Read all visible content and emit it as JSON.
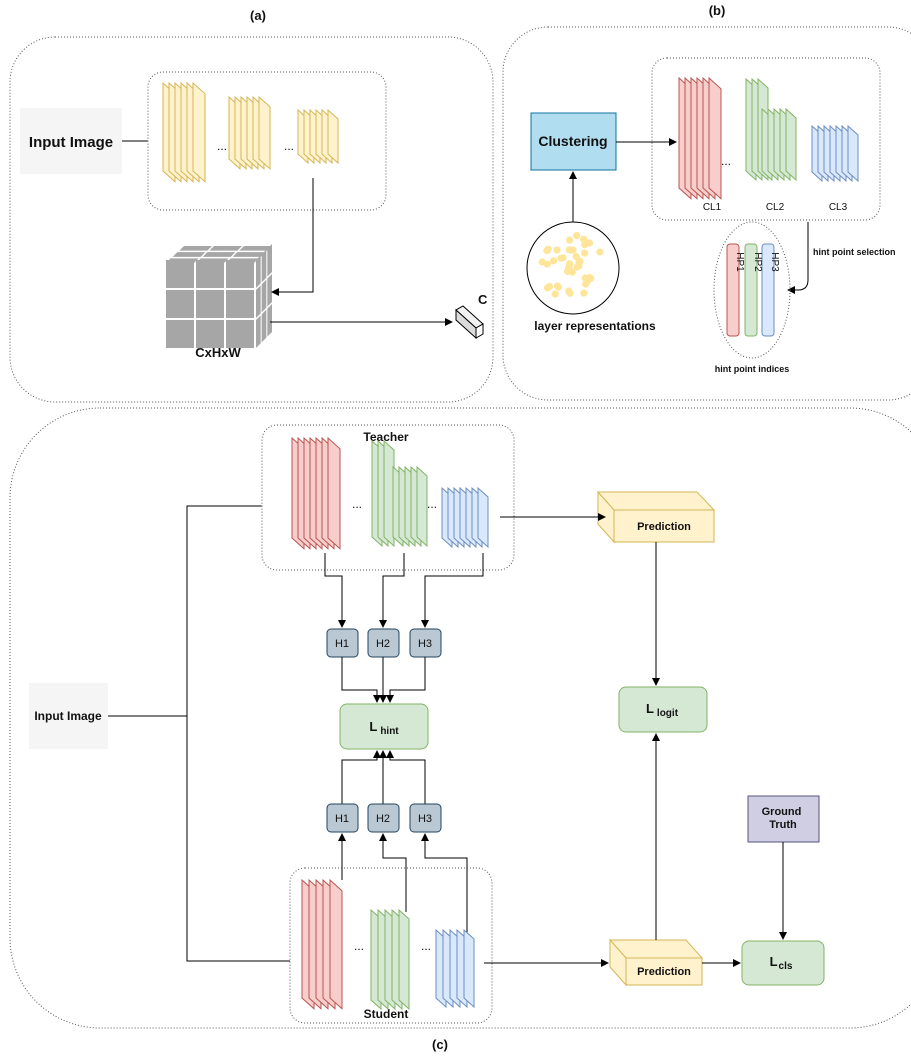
{
  "panels": {
    "a": {
      "caption": "(a)",
      "input_label": "Input Image",
      "dots": [
        "...",
        "..."
      ],
      "cube_label": "CxHxW",
      "vector_label": "C"
    },
    "b": {
      "caption": "(b)",
      "clustering_label": "Clustering",
      "layer_repr_label": "layer representations",
      "cluster_labels": [
        "CL1",
        "CL2",
        "CL3"
      ],
      "dots": "...",
      "hint_selection_label": "hint point selection",
      "hint_points": [
        "HP1",
        "HP2",
        "HP3"
      ],
      "hint_indices_label": "hint point indices"
    },
    "c": {
      "caption": "(c)",
      "input_label": "Input Image",
      "teacher_label": "Teacher",
      "student_label": "Student",
      "dots": [
        "...",
        "...",
        "...",
        "..."
      ],
      "teacher_hints": [
        "H1",
        "H2",
        "H3"
      ],
      "student_hints": [
        "H1",
        "H2",
        "H3"
      ],
      "l_hint": {
        "main": "L",
        "sub": "hint"
      },
      "l_logit": {
        "main": "L",
        "sub": "logit"
      },
      "l_cls": {
        "main": "L",
        "sub": "cls"
      },
      "teacher_prediction": "Prediction",
      "student_prediction": "Prediction",
      "ground_truth": [
        "Ground",
        "Truth"
      ]
    }
  },
  "colors": {
    "yellow": "#fff2cc",
    "yellow_stroke": "#d6b656",
    "red": "#f8cecc",
    "red_stroke": "#b85450",
    "green": "#d5e8d4",
    "green_stroke": "#82b366",
    "blue": "#dae8fc",
    "blue_stroke": "#6c8ebf",
    "hint_box": "#bac8d3",
    "hint_stroke": "#23445d",
    "clustering": "#b1ddf0",
    "clustering_stroke": "#10739e",
    "gt": "#d0cee2",
    "gt_stroke": "#56517e",
    "cube": "#a6a6a6",
    "dot": "#ffe599"
  }
}
